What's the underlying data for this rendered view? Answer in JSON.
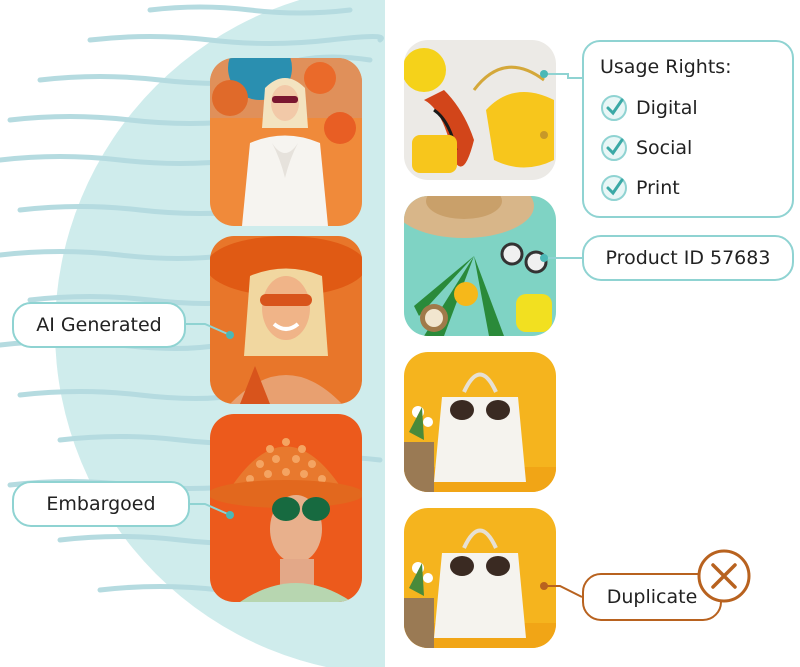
{
  "colors": {
    "accent": "#8fd3d2",
    "accent_dark": "#3aa9a6",
    "duplicate": "#b8621f"
  },
  "callouts": {
    "usage_rights": {
      "title": "Usage Rights:",
      "items": [
        {
          "label": "Digital",
          "icon": "check-circle-icon"
        },
        {
          "label": "Social",
          "icon": "check-circle-icon"
        },
        {
          "label": "Print",
          "icon": "check-circle-icon"
        }
      ]
    },
    "product_id": "Product ID 57683",
    "ai_generated": "AI Generated",
    "embargoed": "Embargoed",
    "duplicate": {
      "label": "Duplicate",
      "icon": "x-circle-icon"
    }
  },
  "images": [
    {
      "name": "woman-white-blouse-photo"
    },
    {
      "name": "smiling-woman-orange-hat-photo"
    },
    {
      "name": "woman-spiky-hat-green-sunglasses-photo"
    },
    {
      "name": "yellow-bag-scarf-accessories-photo"
    },
    {
      "name": "straw-hat-sunglasses-citrus-photo"
    },
    {
      "name": "white-tote-bag-sunglasses-photo"
    },
    {
      "name": "white-tote-bag-sunglasses-duplicate-photo"
    }
  ]
}
